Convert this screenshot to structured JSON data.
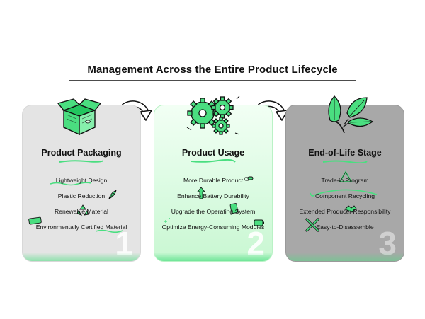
{
  "title": "Management Across the Entire Product Lifecycle",
  "stages": [
    {
      "name": "Product Packaging",
      "number": "1",
      "icon": "box-icon",
      "items": [
        {
          "label": "Lightweight Design",
          "icon": "squiggle-icon"
        },
        {
          "label": "Plastic Reduction",
          "icon": "leaf-sprout-icon"
        },
        {
          "label": "Renewable Material",
          "icon": "recycle-icon"
        },
        {
          "label": "Environmentally Certified Material",
          "icon": "eco-tag-icon"
        }
      ]
    },
    {
      "name": "Product Usage",
      "number": "2",
      "icon": "gears-icon",
      "items": [
        {
          "label": "More Durable Product",
          "icon": "chain-link-icon"
        },
        {
          "label": "Enhance Battery Durability",
          "icon": "up-arrow-icon"
        },
        {
          "label": "Upgrade the Operating System",
          "icon": "device-icon"
        },
        {
          "label": "Optimize Energy-Consuming Modules",
          "icon": "battery-icon"
        }
      ]
    },
    {
      "name": "End-of-Life Stage",
      "number": "3",
      "icon": "leaves-icon",
      "items": [
        {
          "label": "Trade-in Program",
          "icon": "recycle-triangle-icon"
        },
        {
          "label": "Component Recycling",
          "icon": "cycle-arrows-icon"
        },
        {
          "label": "Extended Producer Responsibility",
          "icon": "handshake-icon"
        },
        {
          "label": "Easy-to-Disassemble",
          "icon": "tools-icon"
        }
      ]
    }
  ],
  "colors": {
    "accent_green": "#4ade80",
    "dark_green": "#16a34a",
    "panel1_bg": "#e4e4e4",
    "panel2_bg": "#dbfbe2",
    "panel3_bg": "#a8a8a8",
    "text": "#111111"
  }
}
